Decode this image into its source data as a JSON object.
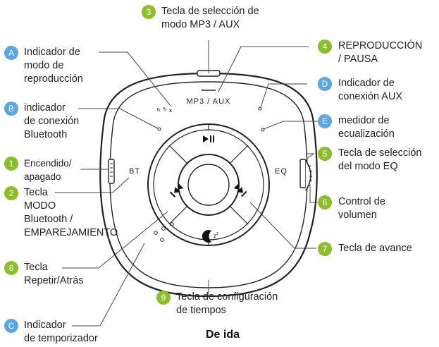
{
  "colors": {
    "numbered": "#8cbe2c",
    "lettered": "#5aa7e0",
    "line": "#444444",
    "device": "#222222"
  },
  "callouts": {
    "k3": {
      "badge": "3",
      "lines": [
        "Tecla de selección de",
        "modo MP3 / AUX"
      ]
    },
    "kA": {
      "badge": "A",
      "lines": [
        "Indicador de",
        "modo de",
        "reproducción"
      ]
    },
    "k4": {
      "badge": "4",
      "lines": [
        "REPRODUCCIÓN",
        "/ PAUSA"
      ]
    },
    "kD": {
      "badge": "D",
      "lines": [
        "Indicador de",
        "conexión AUX"
      ]
    },
    "kB": {
      "badge": "B",
      "lines": [
        "indicador",
        "de conexión",
        "Bluetooth"
      ]
    },
    "kE": {
      "badge": "E",
      "lines": [
        "medidor de",
        "ecualización"
      ]
    },
    "k1": {
      "badge": "1",
      "lines": [
        "Encendido/",
        "apagado"
      ]
    },
    "k5": {
      "badge": "5",
      "lines": [
        "Tecla de selección",
        "del modo EQ"
      ]
    },
    "k2": {
      "badge": "2",
      "lines": [
        "Tecla",
        "MODO",
        "Bluetooth /",
        "EMPAREJAMIENTO"
      ]
    },
    "k6": {
      "badge": "6",
      "lines": [
        "Control de",
        "volumen"
      ]
    },
    "k7": {
      "badge": "7",
      "lines": [
        "Tecla de avance"
      ]
    },
    "k8": {
      "badge": "8",
      "lines": [
        "Tecla",
        "Repetir/Atrás"
      ]
    },
    "k9": {
      "badge": "9",
      "lines": [
        "Tecla de configuración",
        "de tiempos"
      ]
    },
    "kC": {
      "badge": "C",
      "lines": [
        "Indicador",
        "de temporizador"
      ]
    }
  },
  "device": {
    "top_label": "MP3 / AUX",
    "left_label": "BT",
    "right_label": "EQ",
    "play_icon": "play-pause-icon",
    "prev_icon": "previous-icon",
    "next_icon": "next-icon",
    "sleep_icon": "sleep-timer-icon",
    "repeat_icons": [
      "repeat-icon",
      "repeat-one-icon",
      "shuffle-icon"
    ]
  },
  "caption": "De ida"
}
